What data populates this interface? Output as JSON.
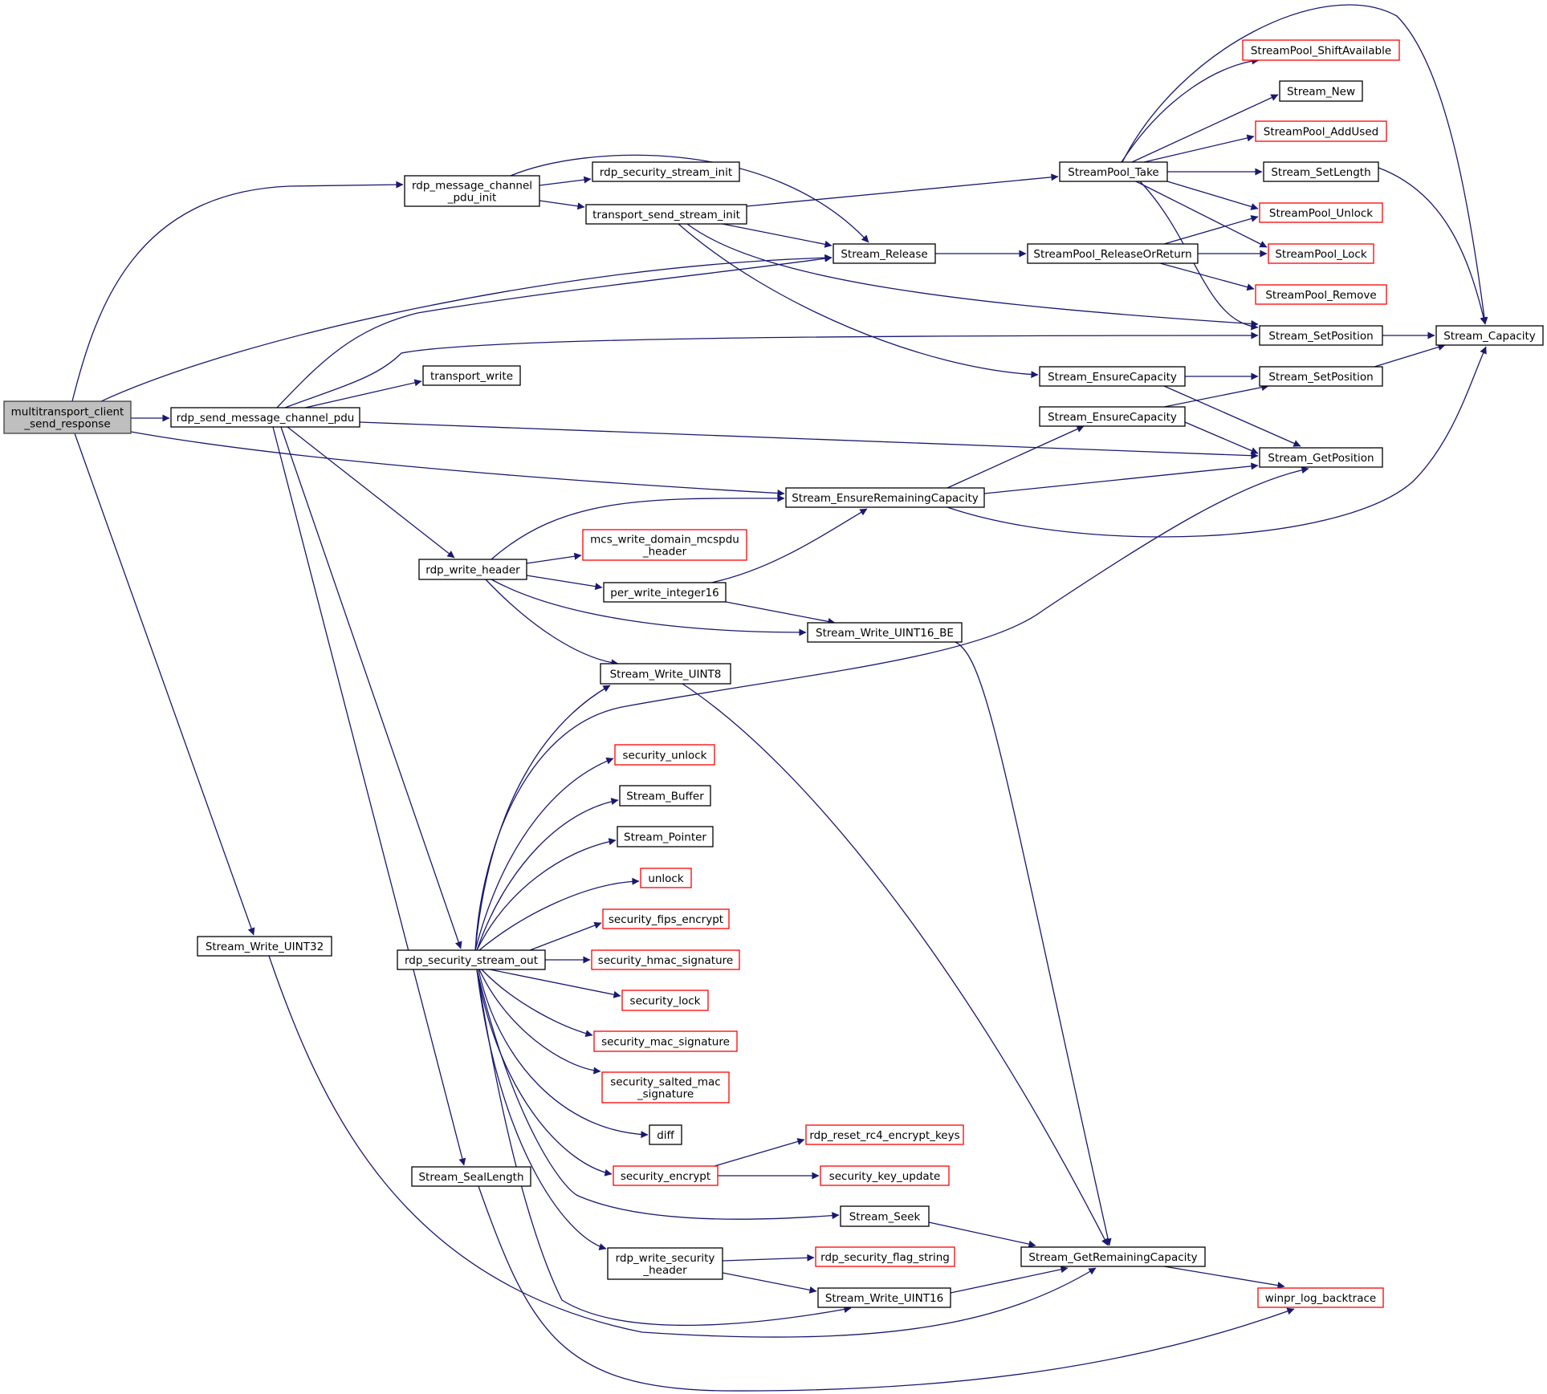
{
  "colors": {
    "edge": "#191970",
    "node_border": "#000000",
    "node_border_truncated": "#ff0000",
    "root_fill": "#bfbfbf",
    "background": "#ffffff"
  },
  "nodes": {
    "root": {
      "lines": [
        "multitransport_client",
        "_send_response"
      ],
      "style": "root"
    },
    "rmcpi": {
      "lines": [
        "rdp_message_channel",
        "_pdu_init"
      ],
      "style": "normal"
    },
    "rsmcp": {
      "lines": [
        "rdp_send_message_channel_pdu"
      ],
      "style": "normal"
    },
    "swu32": {
      "lines": [
        "Stream_Write_UINT32"
      ],
      "style": "normal"
    },
    "rssi": {
      "lines": [
        "rdp_security_stream_init"
      ],
      "style": "normal"
    },
    "tssi": {
      "lines": [
        "transport_send_stream_init"
      ],
      "style": "normal"
    },
    "tw": {
      "lines": [
        "transport_write"
      ],
      "style": "normal"
    },
    "rwh": {
      "lines": [
        "rdp_write_header"
      ],
      "style": "normal"
    },
    "rsso": {
      "lines": [
        "rdp_security_stream_out"
      ],
      "style": "normal"
    },
    "ssl": {
      "lines": [
        "Stream_SealLength"
      ],
      "style": "normal"
    },
    "spt": {
      "lines": [
        "StreamPool_Take"
      ],
      "style": "normal"
    },
    "sr": {
      "lines": [
        "Stream_Release"
      ],
      "style": "normal"
    },
    "spror": {
      "lines": [
        "StreamPool_ReleaseOrReturn"
      ],
      "style": "normal"
    },
    "spsa": {
      "lines": [
        "StreamPool_ShiftAvailable"
      ],
      "style": "red"
    },
    "sn": {
      "lines": [
        "Stream_New"
      ],
      "style": "normal"
    },
    "spau": {
      "lines": [
        "StreamPool_AddUsed"
      ],
      "style": "red"
    },
    "ssl2": {
      "lines": [
        "Stream_SetLength"
      ],
      "style": "normal"
    },
    "spu": {
      "lines": [
        "StreamPool_Unlock"
      ],
      "style": "red"
    },
    "spl": {
      "lines": [
        "StreamPool_Lock"
      ],
      "style": "red"
    },
    "spr": {
      "lines": [
        "StreamPool_Remove"
      ],
      "style": "red"
    },
    "ssp1": {
      "lines": [
        "Stream_SetPosition"
      ],
      "style": "normal"
    },
    "sc": {
      "lines": [
        "Stream_Capacity"
      ],
      "style": "normal"
    },
    "sec1": {
      "lines": [
        "Stream_EnsureCapacity"
      ],
      "style": "normal"
    },
    "ssp2": {
      "lines": [
        "Stream_SetPosition"
      ],
      "style": "normal"
    },
    "sec2": {
      "lines": [
        "Stream_EnsureCapacity"
      ],
      "style": "normal"
    },
    "sgp": {
      "lines": [
        "Stream_GetPosition"
      ],
      "style": "normal"
    },
    "serc": {
      "lines": [
        "Stream_EnsureRemainingCapacity"
      ],
      "style": "normal"
    },
    "mwdmh": {
      "lines": [
        "mcs_write_domain_mcspdu",
        "_header"
      ],
      "style": "red"
    },
    "pwi16": {
      "lines": [
        "per_write_integer16"
      ],
      "style": "normal"
    },
    "swu16be": {
      "lines": [
        "Stream_Write_UINT16_BE"
      ],
      "style": "normal"
    },
    "swu8": {
      "lines": [
        "Stream_Write_UINT8"
      ],
      "style": "normal"
    },
    "su": {
      "lines": [
        "security_unlock"
      ],
      "style": "red"
    },
    "sb": {
      "lines": [
        "Stream_Buffer"
      ],
      "style": "normal"
    },
    "sptr": {
      "lines": [
        "Stream_Pointer"
      ],
      "style": "normal"
    },
    "unlock": {
      "lines": [
        "unlock"
      ],
      "style": "red"
    },
    "sfe": {
      "lines": [
        "security_fips_encrypt"
      ],
      "style": "red"
    },
    "shs": {
      "lines": [
        "security_hmac_signature"
      ],
      "style": "red"
    },
    "sl": {
      "lines": [
        "security_lock"
      ],
      "style": "red"
    },
    "sms": {
      "lines": [
        "security_mac_signature"
      ],
      "style": "red"
    },
    "ssms": {
      "lines": [
        "security_salted_mac",
        "_signature"
      ],
      "style": "red"
    },
    "diff": {
      "lines": [
        "diff"
      ],
      "style": "normal"
    },
    "rrek": {
      "lines": [
        "rdp_reset_rc4_encrypt_keys"
      ],
      "style": "red"
    },
    "se": {
      "lines": [
        "security_encrypt"
      ],
      "style": "red"
    },
    "sku": {
      "lines": [
        "security_key_update"
      ],
      "style": "red"
    },
    "sseek": {
      "lines": [
        "Stream_Seek"
      ],
      "style": "normal"
    },
    "sgrc": {
      "lines": [
        "Stream_GetRemainingCapacity"
      ],
      "style": "normal"
    },
    "rwsh": {
      "lines": [
        "rdp_write_security",
        "_header"
      ],
      "style": "normal"
    },
    "rsfs": {
      "lines": [
        "rdp_security_flag_string"
      ],
      "style": "red"
    },
    "swu16": {
      "lines": [
        "Stream_Write_UINT16"
      ],
      "style": "normal"
    },
    "wlb": {
      "lines": [
        "winpr_log_backtrace"
      ],
      "style": "red"
    }
  },
  "edges": [
    [
      "root",
      "rmcpi"
    ],
    [
      "root",
      "rsmcp"
    ],
    [
      "root",
      "sr"
    ],
    [
      "root",
      "serc"
    ],
    [
      "root",
      "swu32"
    ],
    [
      "rmcpi",
      "rssi"
    ],
    [
      "rmcpi",
      "tssi"
    ],
    [
      "rmcpi",
      "sr"
    ],
    [
      "tssi",
      "spt"
    ],
    [
      "tssi",
      "sr"
    ],
    [
      "tssi",
      "ssp1"
    ],
    [
      "tssi",
      "sec1"
    ],
    [
      "spt",
      "spsa"
    ],
    [
      "spt",
      "sn"
    ],
    [
      "spt",
      "spau"
    ],
    [
      "spt",
      "ssl2"
    ],
    [
      "spt",
      "spu"
    ],
    [
      "spt",
      "spl"
    ],
    [
      "spt",
      "ssp1"
    ],
    [
      "spt",
      "sc"
    ],
    [
      "sr",
      "spror"
    ],
    [
      "spror",
      "spu"
    ],
    [
      "spror",
      "spl"
    ],
    [
      "spror",
      "spr"
    ],
    [
      "ssl2",
      "sc"
    ],
    [
      "ssp1",
      "sc"
    ],
    [
      "ssp2",
      "sc"
    ],
    [
      "sec1",
      "ssp2"
    ],
    [
      "sec1",
      "sgp"
    ],
    [
      "sec2",
      "ssp2"
    ],
    [
      "sec2",
      "sgp"
    ],
    [
      "rsmcp",
      "sr"
    ],
    [
      "rsmcp",
      "ssp1"
    ],
    [
      "rsmcp",
      "tw"
    ],
    [
      "rsmcp",
      "sgp"
    ],
    [
      "rsmcp",
      "rwh"
    ],
    [
      "rsmcp",
      "rsso"
    ],
    [
      "rsmcp",
      "ssl"
    ],
    [
      "serc",
      "sec2"
    ],
    [
      "serc",
      "sgp"
    ],
    [
      "serc",
      "sc"
    ],
    [
      "rwh",
      "serc"
    ],
    [
      "rwh",
      "mwdmh"
    ],
    [
      "rwh",
      "pwi16"
    ],
    [
      "rwh",
      "swu16be"
    ],
    [
      "rwh",
      "swu8"
    ],
    [
      "pwi16",
      "serc"
    ],
    [
      "pwi16",
      "swu16be"
    ],
    [
      "swu16be",
      "sgrc"
    ],
    [
      "swu8",
      "sgrc"
    ],
    [
      "rsso",
      "sgp"
    ],
    [
      "rsso",
      "swu8"
    ],
    [
      "rsso",
      "su"
    ],
    [
      "rsso",
      "sb"
    ],
    [
      "rsso",
      "sptr"
    ],
    [
      "rsso",
      "unlock"
    ],
    [
      "rsso",
      "sfe"
    ],
    [
      "rsso",
      "shs"
    ],
    [
      "rsso",
      "sl"
    ],
    [
      "rsso",
      "sms"
    ],
    [
      "rsso",
      "ssms"
    ],
    [
      "rsso",
      "diff"
    ],
    [
      "rsso",
      "se"
    ],
    [
      "rsso",
      "sseek"
    ],
    [
      "rsso",
      "rwsh"
    ],
    [
      "rsso",
      "swu16"
    ],
    [
      "se",
      "rrek"
    ],
    [
      "se",
      "sku"
    ],
    [
      "sseek",
      "sgrc"
    ],
    [
      "rwsh",
      "rsfs"
    ],
    [
      "rwsh",
      "swu16"
    ],
    [
      "swu16",
      "sgrc"
    ],
    [
      "sgrc",
      "wlb"
    ],
    [
      "swu32",
      "sgrc"
    ],
    [
      "ssl",
      "wlb"
    ]
  ]
}
